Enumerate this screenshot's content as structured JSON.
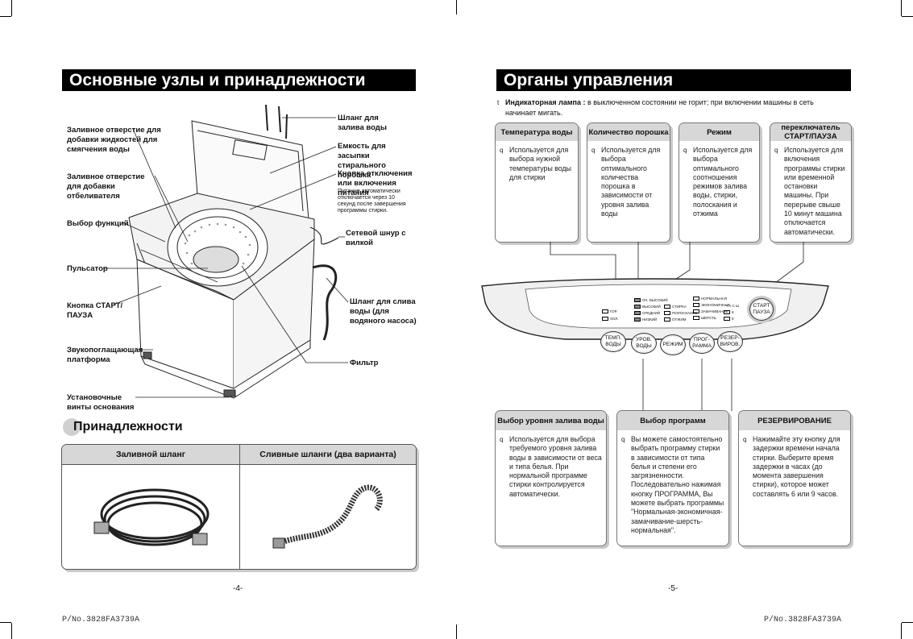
{
  "left": {
    "title": "Основные узлы и принадлежности",
    "callouts_left": [
      "Заливное отверстие для добавки жидкостей для смягчения воды",
      "Заливное отверстие для добавки отбеливателя",
      "Выбор функций",
      "Пульсатор",
      "Кнопка СТАРТ/ПАУЗА",
      "Звукопоглащающая платформа",
      "Установочные винты основания"
    ],
    "callouts_right": [
      "Шланг для залива воды",
      "Емкость для засыпки стирального порошка",
      "Кнопка отключения или включения питания",
      "Сетевой шнур с вилкой",
      "Шланг для слива воды (для водяного насоса)",
      "Фильтр"
    ],
    "power_note": "Питание автоматически отключается через 10 секунд после завершения программы стирки.",
    "accessories_title": "Принадлежности",
    "accessories": [
      "Заливной шланг",
      "Сливные шланги (два варианта)"
    ],
    "page_number": "-4-",
    "part_number": "P/No.3828FA3739A"
  },
  "right": {
    "title": "Органы управления",
    "indicator_bullet": "t",
    "indicator_label": "Индикаторная лампа :",
    "indicator_text": " в выключенном состоянии не горит; при включении машины в сеть начинает мигать.",
    "bullet": "q",
    "top_boxes": [
      {
        "title": "Температура воды",
        "text": "Используется для выбора нужной температуры воды для стирки"
      },
      {
        "title": "Количество порошка",
        "text": "Используется для выбора оптимального количества порошка в зависимости от уровня залива воды"
      },
      {
        "title": "Режим",
        "text": "Используется для выбора оптимального соотношения режимов залива воды, стирки, полоскания и отжима"
      },
      {
        "title": "переключатель СТАРТ/ПАУЗА",
        "text": "Используется для включения программы стирки или временной остановки машины. При перерыве свыше 10 минут машина отключается автоматически."
      }
    ],
    "bottom_boxes": [
      {
        "title": "Выбор уровня залива воды",
        "text": "Используется для выбора требуемого уровня залива воды в зависимости от веса и типа белья. При нормальной программе стирки контролируется автоматически."
      },
      {
        "title": "Выбор программ",
        "text": "Вы можете самостоятельно выбрать программу стирки в зависимости от типа белья и степени его загрязненности. Последовательно нажимая кнопку ПРОГРАММА, Вы можете выбрать программы \"Нормальная-экономичная-замачивание-шерсть-нормальная\"."
      },
      {
        "title": "РЕЗЕРВИРОВАНИЕ",
        "text": "Нажимайте эту кнопку для задержки времени начала стирки. Выберите время задержки в часах (до момента завершения стирки), которое может составлять 6 или 9 часов."
      }
    ],
    "panel": {
      "buttons": [
        "ТЕМП. ВОДЫ",
        "УРОВ. ВОДЫ",
        "РЕЖИМ",
        "ПРОГ- РАММА",
        "РЕЗЕР- ВИРОВ."
      ],
      "start_button": "СТАРТ ПАУЗА",
      "temp_leds": [
        "ГОР.",
        "ХОЛ."
      ],
      "level_leds": [
        "ОЧ. ВЫСОКИЙ",
        "ВЫСОКИЙ",
        "СРЕДНИЙ",
        "НИЗКИЙ"
      ],
      "mode_leds": [
        "СТИРКА",
        "ПОЛОСКАНИЕ",
        "ОТЖИМ"
      ],
      "program_leds": [
        "НОРМАЛЬНАЯ",
        "ЭКОНОМИЧНАЯ",
        "ЗАМАЧИВАНИЕ",
        "ШЕРСТЬ"
      ],
      "reserve_label": "Ч А С Ы",
      "reserve_leds": [
        "6",
        "9"
      ]
    },
    "page_number": "-5-",
    "part_number": "P/No.3828FA3739A"
  }
}
